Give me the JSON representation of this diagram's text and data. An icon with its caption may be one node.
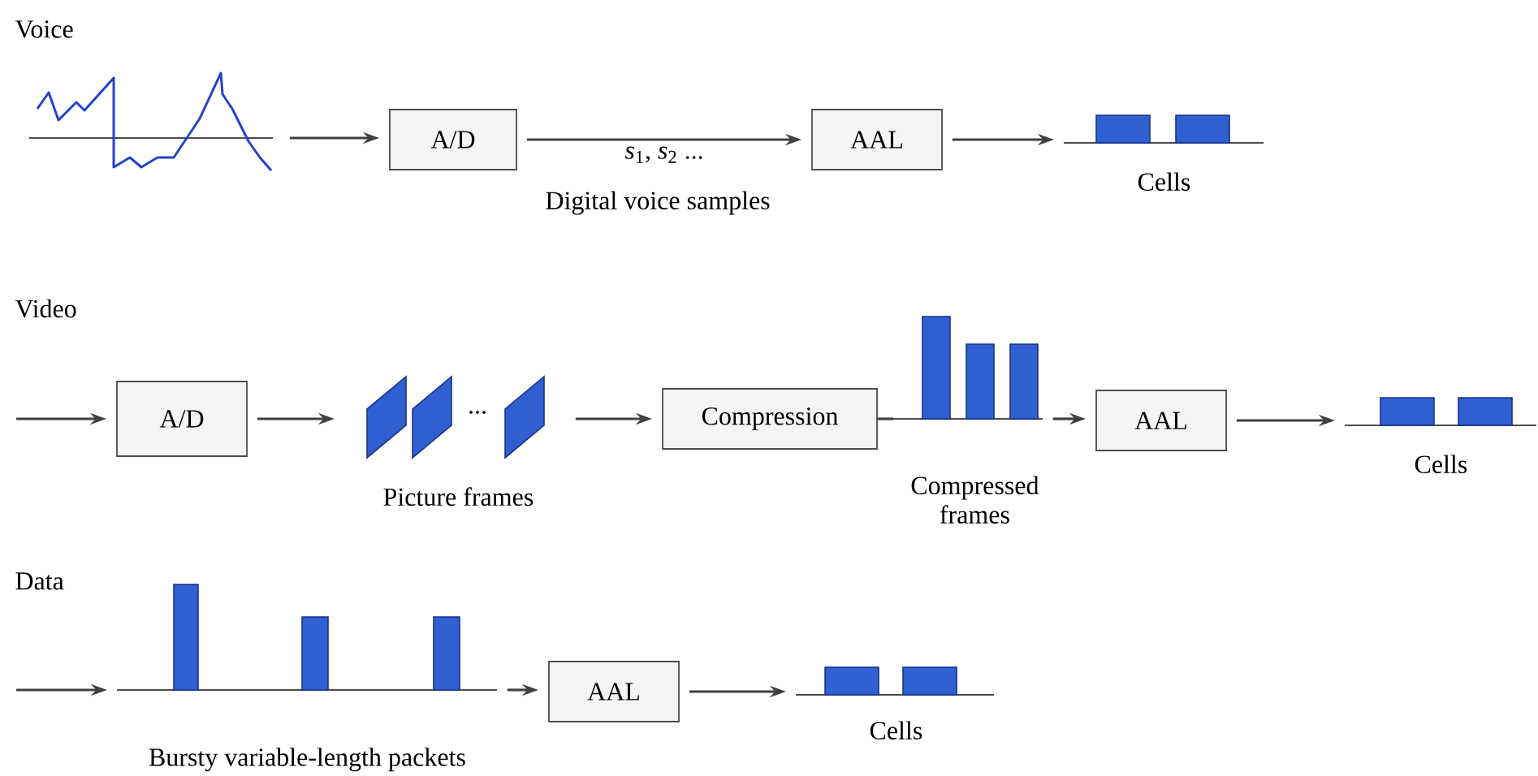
{
  "diagram": {
    "nodes": [
      {
        "text": [],
        "shape": "picture"
      },
      {
        "text": [
          "A/D"
        ]
      },
      {
        "text": [
          "AAL"
        ]
      },
      {
        "text": [
          "Cells"
        ]
      },
      {
        "text": [
          "A/D"
        ]
      },
      {
        "text": [
          "Picture frames"
        ]
      },
      {
        "text": [
          "Compression"
        ]
      },
      {
        "text": [
          "Compressed frames"
        ]
      },
      {
        "text": [
          "AAL"
        ]
      },
      {
        "text": [
          "Cells"
        ]
      },
      {
        "text": [
          "Bursty variable-length packets"
        ]
      },
      {
        "text": [
          "AAL"
        ]
      },
      {
        "text": [
          "Cells"
        ]
      }
    ],
    "edges": [
      {
        "from": 0,
        "to": 1,
        "arrow": "to"
      },
      {
        "from": 1,
        "to": 2,
        "arrow": "to",
        "label": "*s*$_{1}$, *s*$_{2}$ ..."
      },
      {
        "from": 2,
        "to": 3,
        "arrow": "to"
      },
      {
        "from": null,
        "to": 4,
        "arrow": "to"
      },
      {
        "from": 4,
        "to": 5,
        "arrow": "to"
      },
      {
        "from": 5,
        "to": 6,
        "arrow": "to"
      },
      {
        "from": 6,
        "to": 7,
        "arrow": "none"
      },
      {
        "from": 7,
        "to": 8,
        "arrow": "to"
      },
      {
        "from": 8,
        "to": 9,
        "arrow": "to"
      },
      {
        "from": null,
        "to": 10,
        "arrow": "to"
      },
      {
        "from": 10,
        "to": 11,
        "arrow": "to"
      },
      {
        "from": 11,
        "to": 12,
        "arrow": "to"
      }
    ],
    "labels": [
      "Voice",
      "Digital voice samples",
      "Video",
      "...",
      "Data"
    ]
  }
}
